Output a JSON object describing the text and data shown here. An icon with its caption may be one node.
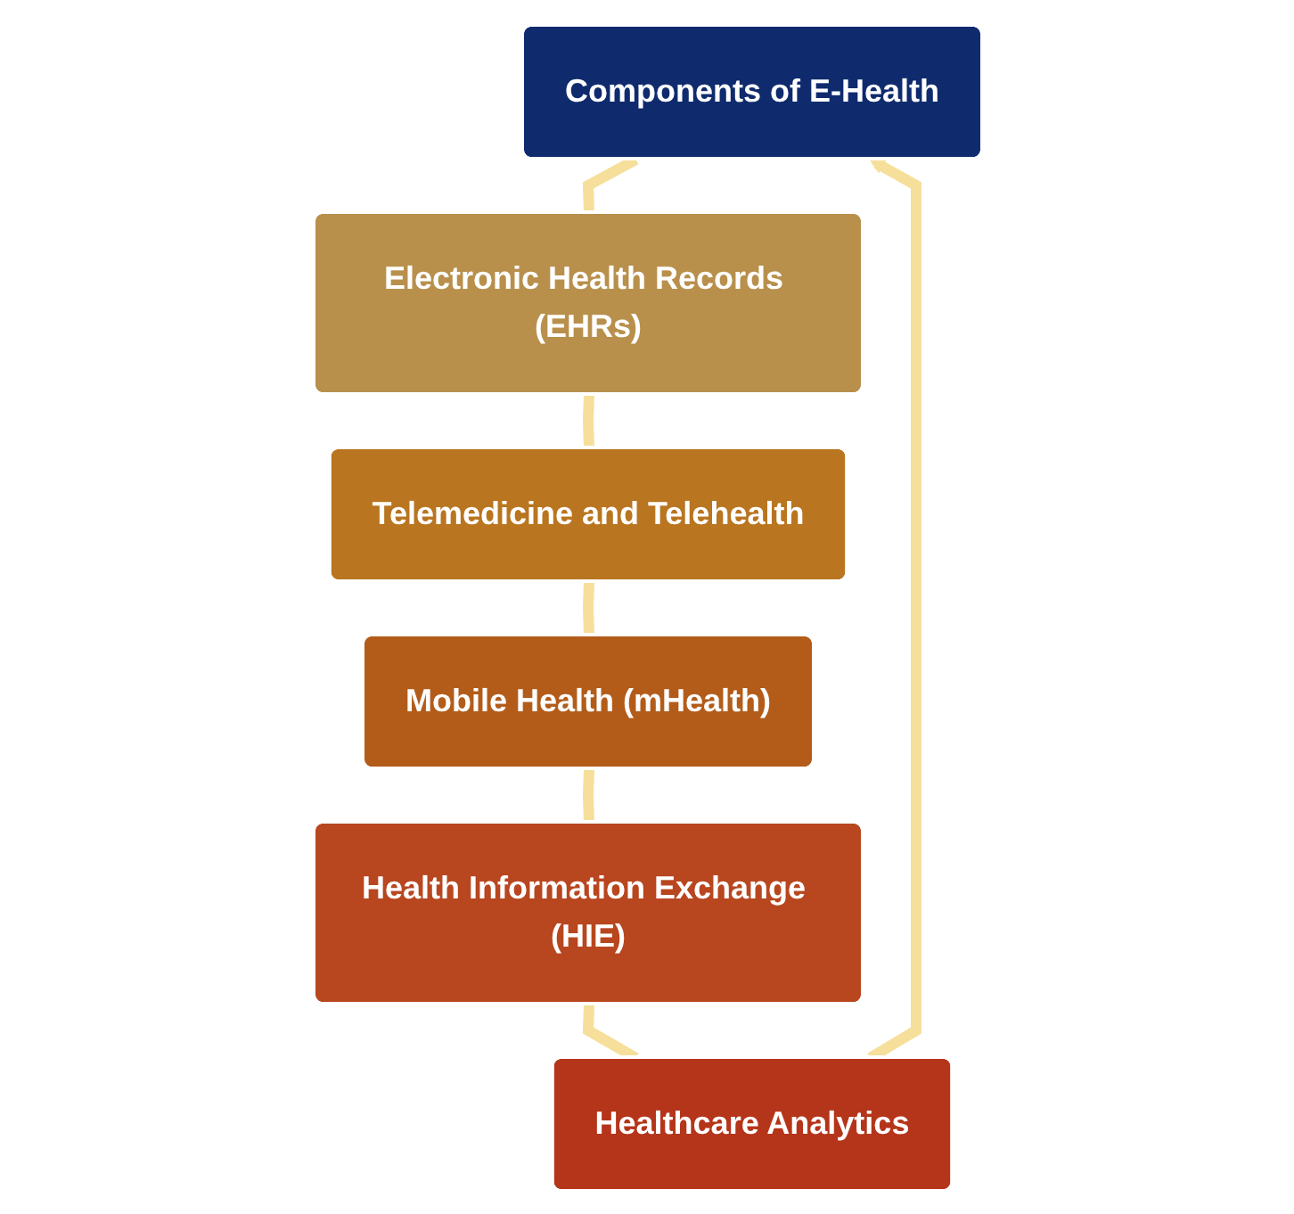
{
  "diagram": {
    "nodes": [
      {
        "text": [
          "Components of E-Health"
        ]
      },
      {
        "text": [
          "Electronic Health Records (EHRs)"
        ]
      },
      {
        "text": [
          "Telemedicine and Telehealth"
        ]
      },
      {
        "text": [
          "Mobile Health (mHealth)"
        ]
      },
      {
        "text": [
          "Health Information Exchange (HIE)"
        ]
      },
      {
        "text": [
          "Healthcare Analytics"
        ]
      }
    ],
    "edges": [
      {
        "from": 0,
        "to": 1,
        "arrow": "none"
      },
      {
        "from": 1,
        "to": 2,
        "arrow": "none"
      },
      {
        "from": 2,
        "to": 3,
        "arrow": "none"
      },
      {
        "from": 3,
        "to": 4,
        "arrow": "none"
      },
      {
        "from": 4,
        "to": 5,
        "arrow": "none"
      },
      {
        "from": 5,
        "to": 0,
        "arrow": "to"
      }
    ]
  }
}
